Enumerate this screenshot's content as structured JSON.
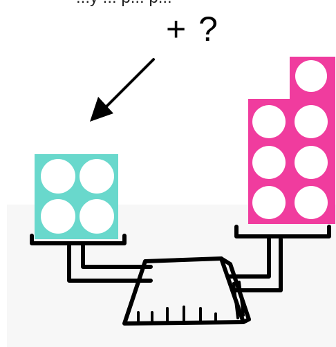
{
  "header_fragment": "...y ... p... p...",
  "question_text": "+ ?",
  "colors": {
    "left_block": "#69d8cc",
    "right_block": "#f03c9e",
    "scale": "#000000",
    "background": "#ffffff",
    "floor": "#f7f7f7"
  },
  "left_pan": {
    "block_count": 4
  },
  "right_pan": {
    "block_count": 7
  },
  "icons": {
    "pointer": "arrow-icon",
    "balance": "balance-scale-icon"
  }
}
